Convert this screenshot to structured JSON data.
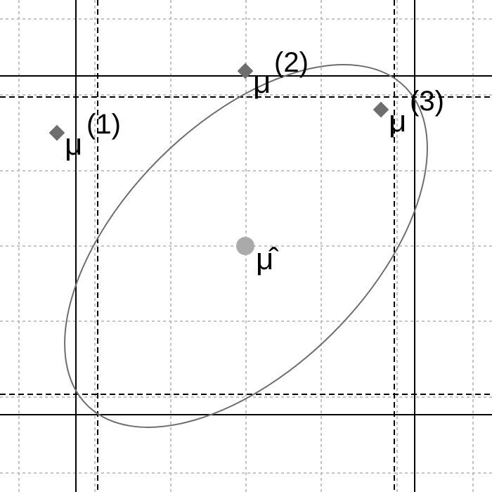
{
  "points": [
    {
      "id": "mu1",
      "base": "μ",
      "superscript": "(1)",
      "marker": "diamond"
    },
    {
      "id": "mu2",
      "base": "μ",
      "superscript": "(2)",
      "marker": "diamond"
    },
    {
      "id": "mu3",
      "base": "μ",
      "superscript": "(3)",
      "marker": "diamond"
    },
    {
      "id": "muhat",
      "base": "μ̂",
      "superscript": "",
      "marker": "circle"
    }
  ],
  "colors": {
    "grid": "#b3b3b3",
    "lines": "#000000",
    "ellipse": "#6e6e6e",
    "diamond_marker": "#6e6e6e",
    "center_marker": "#aaaaaa"
  }
}
